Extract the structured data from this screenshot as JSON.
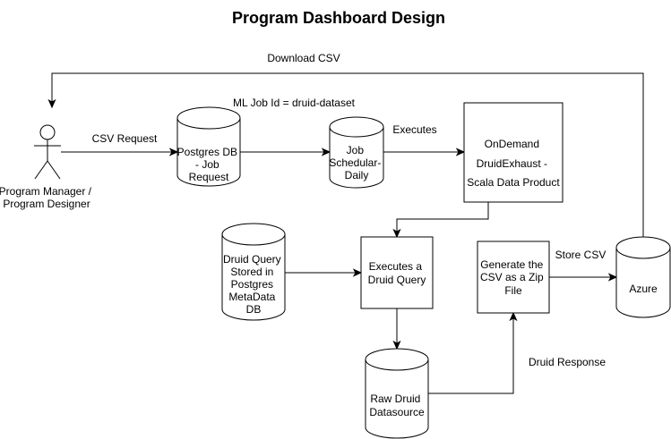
{
  "title": "Program Dashboard Design",
  "actor": {
    "label_lines": [
      "Program Manager /",
      "Program Designer"
    ]
  },
  "nodes": {
    "postgres_job_request": {
      "label_lines": [
        "Postgres DB",
        "- Job",
        "Request"
      ]
    },
    "job_scheduler": {
      "label_lines": [
        "Job",
        "Schedular-",
        "Daily"
      ]
    },
    "ondemand_exhaust": {
      "label_lines": [
        "OnDemand",
        "DruidExhaust -",
        "Scala Data Product"
      ]
    },
    "druid_query_store": {
      "label_lines": [
        "Druid Query",
        "Stored in",
        "Postgres",
        "MetaData",
        "DB"
      ]
    },
    "execute_druid_query": {
      "label_lines": [
        "Executes a",
        "Druid Query"
      ]
    },
    "raw_druid_datasource": {
      "label_lines": [
        "Raw Druid",
        "Datasource"
      ]
    },
    "generate_csv_zip": {
      "label_lines": [
        "Generate the",
        "CSV as a Zip",
        "File"
      ]
    },
    "azure": {
      "label_lines": [
        "Azure"
      ]
    }
  },
  "edge_labels": {
    "download_csv": "Download CSV",
    "ml_job_id": "ML Job Id = druid-dataset",
    "csv_request": "CSV Request",
    "executes": "Executes",
    "store_csv": "Store CSV",
    "druid_response": "Druid Response"
  }
}
